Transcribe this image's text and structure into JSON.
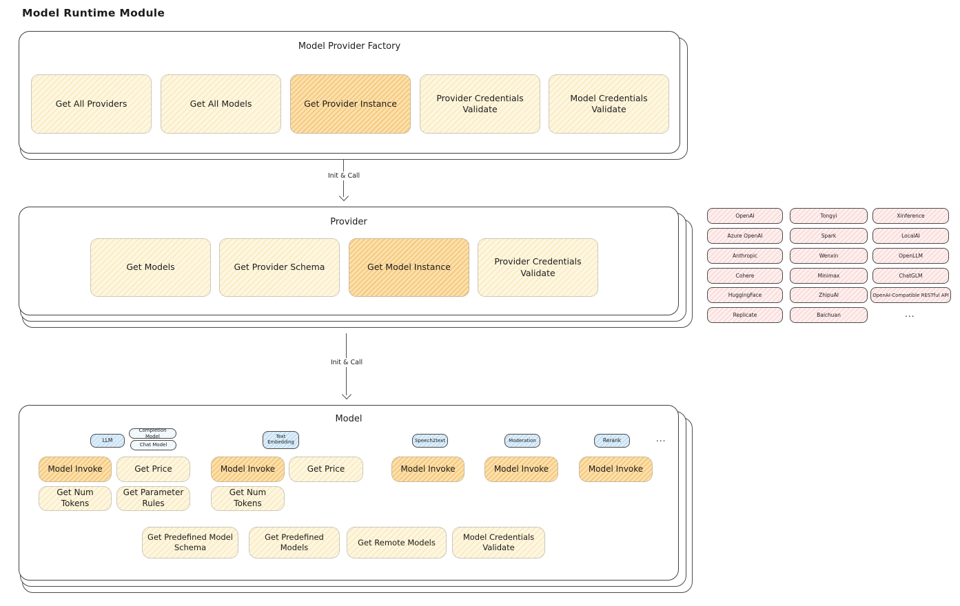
{
  "page_title": "Model Runtime Module",
  "arrows": {
    "label1": "Init & Call",
    "label2": "Init & Call"
  },
  "factory": {
    "title": "Model Provider Factory",
    "ops": [
      {
        "label": "Get All Providers",
        "highlight": false
      },
      {
        "label": "Get All Models",
        "highlight": false
      },
      {
        "label": "Get Provider Instance",
        "highlight": true
      },
      {
        "label": "Provider Credentials Validate",
        "highlight": false
      },
      {
        "label": "Model Credentials Validate",
        "highlight": false
      }
    ]
  },
  "provider": {
    "title": "Provider",
    "ops": [
      {
        "label": "Get Models",
        "highlight": false
      },
      {
        "label": "Get Provider Schema",
        "highlight": false
      },
      {
        "label": "Get Model Instance",
        "highlight": true
      },
      {
        "label": "Provider Credentials Validate",
        "highlight": false
      }
    ]
  },
  "providers_grid": {
    "rows": [
      [
        "OpenAI",
        "Tongyi",
        "Xinference"
      ],
      [
        "Azure OpenAI",
        "Spark",
        "LocalAI"
      ],
      [
        "Anthropic",
        "Wenxin",
        "OpenLLM"
      ],
      [
        "Cohere",
        "Minimax",
        "ChatGLM"
      ],
      [
        "HuggingFace",
        "ZhipuAI",
        "OpenAI-Compatible RESTful API"
      ],
      [
        "Replicate",
        "Baichuan"
      ]
    ],
    "more": "..."
  },
  "model": {
    "title": "Model",
    "tags": [
      {
        "label": "LLM",
        "style": "blue"
      },
      {
        "label": "Completion Model",
        "style": "white"
      },
      {
        "label": "Chat Model",
        "style": "white"
      },
      {
        "label": "Text Embedding",
        "style": "blue"
      },
      {
        "label": "Speech2text",
        "style": "blue"
      },
      {
        "label": "Moderation",
        "style": "blue"
      },
      {
        "label": "Rerank",
        "style": "blue"
      }
    ],
    "tags_more": "...",
    "ops_row1": [
      {
        "label": "Model Invoke",
        "highlight": true
      },
      {
        "label": "Get Price",
        "highlight": false
      },
      {
        "label": "Model Invoke",
        "highlight": true
      },
      {
        "label": "Get Price",
        "highlight": false
      },
      {
        "label": "Model Invoke",
        "highlight": true
      },
      {
        "label": "Model Invoke",
        "highlight": true
      },
      {
        "label": "Model Invoke",
        "highlight": true
      }
    ],
    "ops_row2": [
      {
        "label": "Get Num Tokens"
      },
      {
        "label": "Get Parameter Rules"
      },
      {
        "label": "Get Num Tokens"
      }
    ],
    "ops_bottom": [
      {
        "label": "Get Predefined Model Schema"
      },
      {
        "label": "Get Predefined Models"
      },
      {
        "label": "Get Remote Models"
      },
      {
        "label": "Model Credentials Validate"
      }
    ]
  },
  "colors": {
    "op_fill": "#fdf6e0",
    "op_highlight": "#fbe1ac",
    "pill_pink": "#fdefee",
    "tag_blue": "#ddeefa",
    "tag_white": "#f5fafd",
    "border_dark": "#3f3f3f",
    "border_dotted": "#999999"
  }
}
